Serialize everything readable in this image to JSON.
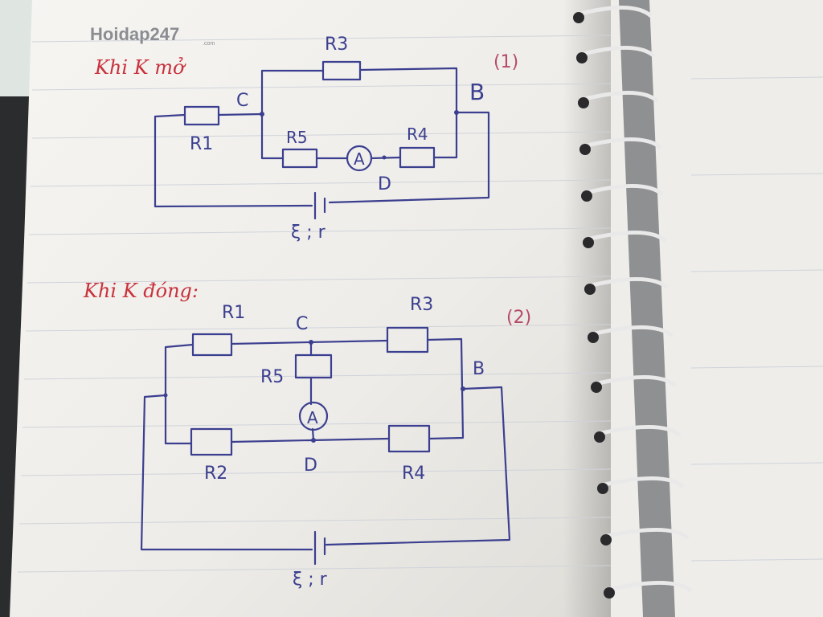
{
  "watermark": {
    "brand": "Hoidap247",
    "suffix": ".com"
  },
  "diagram1": {
    "heading": "Khi K mở",
    "tag": "(1)",
    "labels": {
      "r3": "R3",
      "r1": "R1",
      "r5": "R5",
      "r4": "R4",
      "ammeter": "A",
      "c": "C",
      "b": "B",
      "d": "D",
      "source": "ξ ; r"
    }
  },
  "diagram2": {
    "heading": "Khi K đóng:",
    "tag": "(2)",
    "labels": {
      "r1": "R1",
      "r3": "R3",
      "r5": "R5",
      "r2": "R2",
      "r4": "R4",
      "ammeter": "A",
      "c": "C",
      "b": "B",
      "d": "D",
      "source": "ξ ; r"
    }
  },
  "colors": {
    "ink": "#3b3f8f",
    "heading": "#c8323c",
    "paper": "#f4f2ee",
    "spiral": "#e6e6e6"
  }
}
